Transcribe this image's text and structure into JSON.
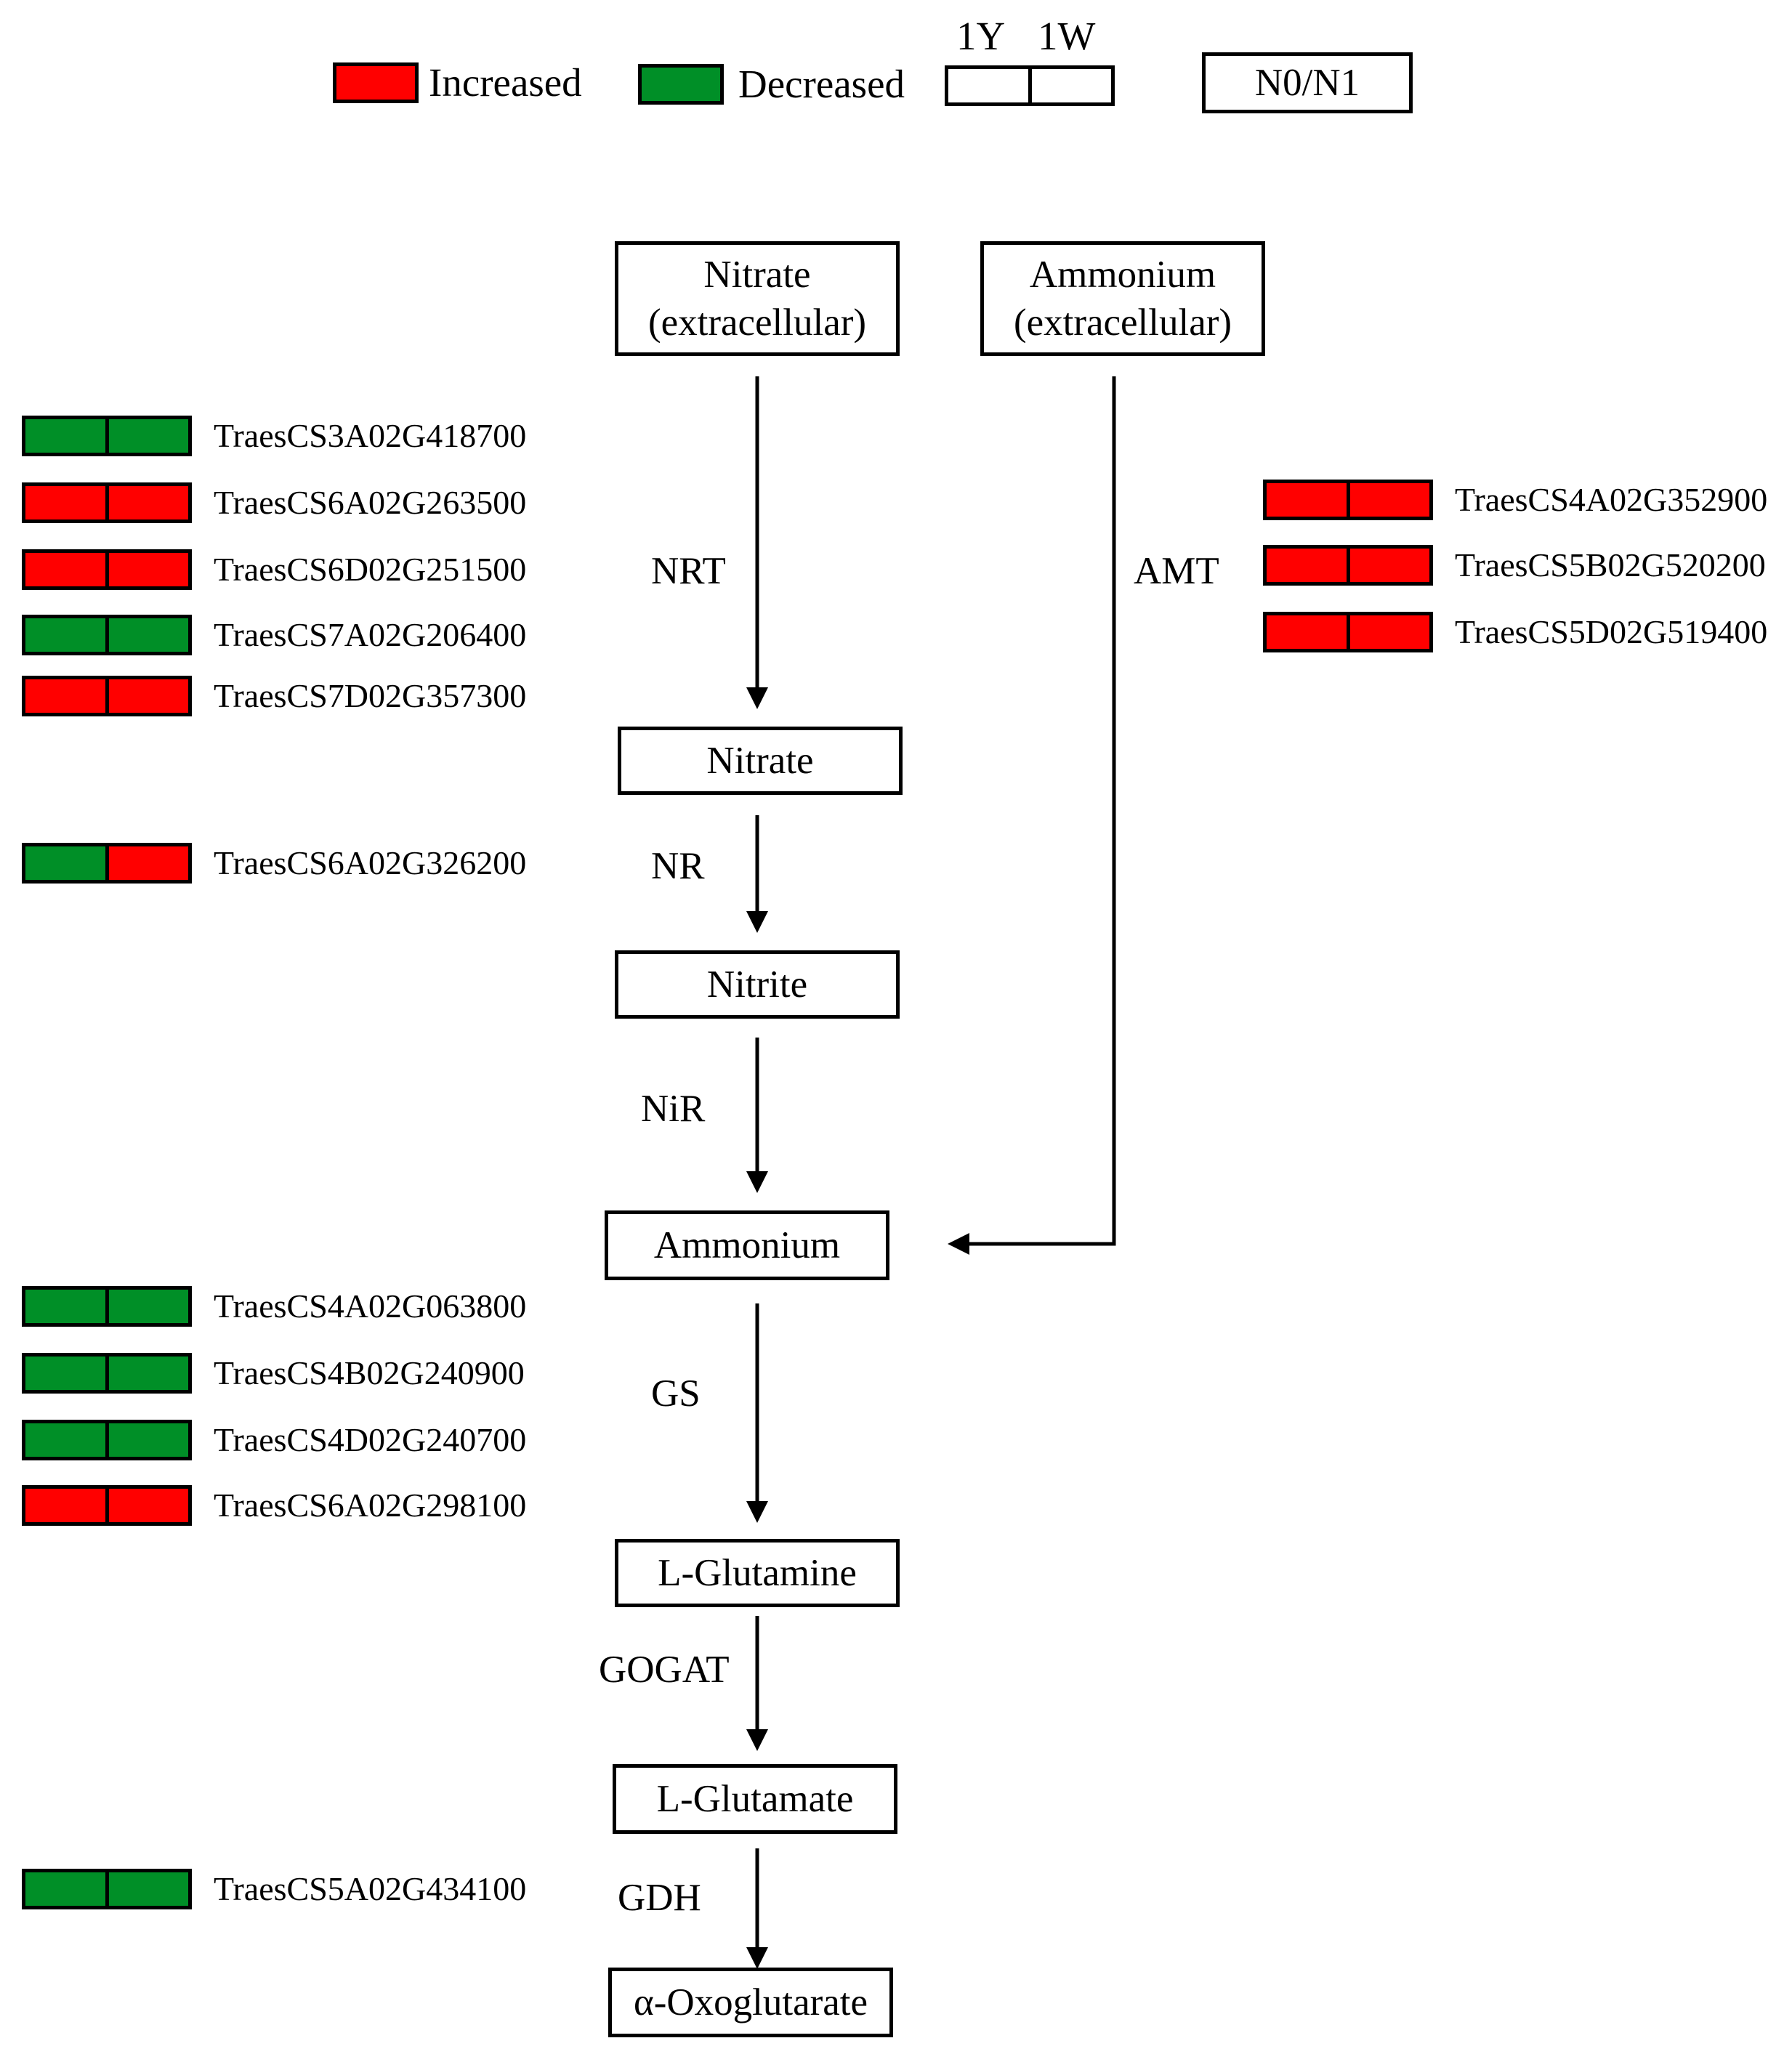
{
  "colors": {
    "increased": "#ff0000",
    "decreased": "#008f27",
    "line": "#000000"
  },
  "legend": {
    "increased_label": "Increased",
    "decreased_label": "Decreased",
    "col1_label": "1Y",
    "col2_label": "1W",
    "ratio_label": "N0/N1"
  },
  "nodes": {
    "nitrate_ext": [
      "Nitrate",
      "(extracellular)"
    ],
    "ammonium_ext": [
      "Ammonium",
      "(extracellular)"
    ],
    "nitrate": "Nitrate",
    "nitrite": "Nitrite",
    "ammonium": "Ammonium",
    "glutamine": "L-Glutamine",
    "glutamate": "L-Glutamate",
    "oxoglutarate": "α-Oxoglutarate"
  },
  "enzymes": {
    "nrt": "NRT",
    "amt": "AMT",
    "nr": "NR",
    "nir": "NiR",
    "gs": "GS",
    "gogat": "GOGAT",
    "gdh": "GDH"
  },
  "genes": {
    "nrt": [
      {
        "id": "TraesCS3A02G418700",
        "y1": "decreased",
        "w1": "decreased"
      },
      {
        "id": "TraesCS6A02G263500",
        "y1": "increased",
        "w1": "increased"
      },
      {
        "id": "TraesCS6D02G251500",
        "y1": "increased",
        "w1": "increased"
      },
      {
        "id": "TraesCS7A02G206400",
        "y1": "decreased",
        "w1": "decreased"
      },
      {
        "id": "TraesCS7D02G357300",
        "y1": "increased",
        "w1": "increased"
      }
    ],
    "nr": [
      {
        "id": "TraesCS6A02G326200",
        "y1": "decreased",
        "w1": "increased"
      }
    ],
    "gs": [
      {
        "id": "TraesCS4A02G063800",
        "y1": "decreased",
        "w1": "decreased"
      },
      {
        "id": "TraesCS4B02G240900",
        "y1": "decreased",
        "w1": "decreased"
      },
      {
        "id": "TraesCS4D02G240700",
        "y1": "decreased",
        "w1": "decreased"
      },
      {
        "id": "TraesCS6A02G298100",
        "y1": "increased",
        "w1": "increased"
      }
    ],
    "gdh": [
      {
        "id": "TraesCS5A02G434100",
        "y1": "decreased",
        "w1": "decreased"
      }
    ],
    "amt": [
      {
        "id": "TraesCS4A02G352900",
        "y1": "increased",
        "w1": "increased"
      },
      {
        "id": "TraesCS5B02G520200",
        "y1": "increased",
        "w1": "increased"
      },
      {
        "id": "TraesCS5D02G519400",
        "y1": "increased",
        "w1": "increased"
      }
    ]
  }
}
